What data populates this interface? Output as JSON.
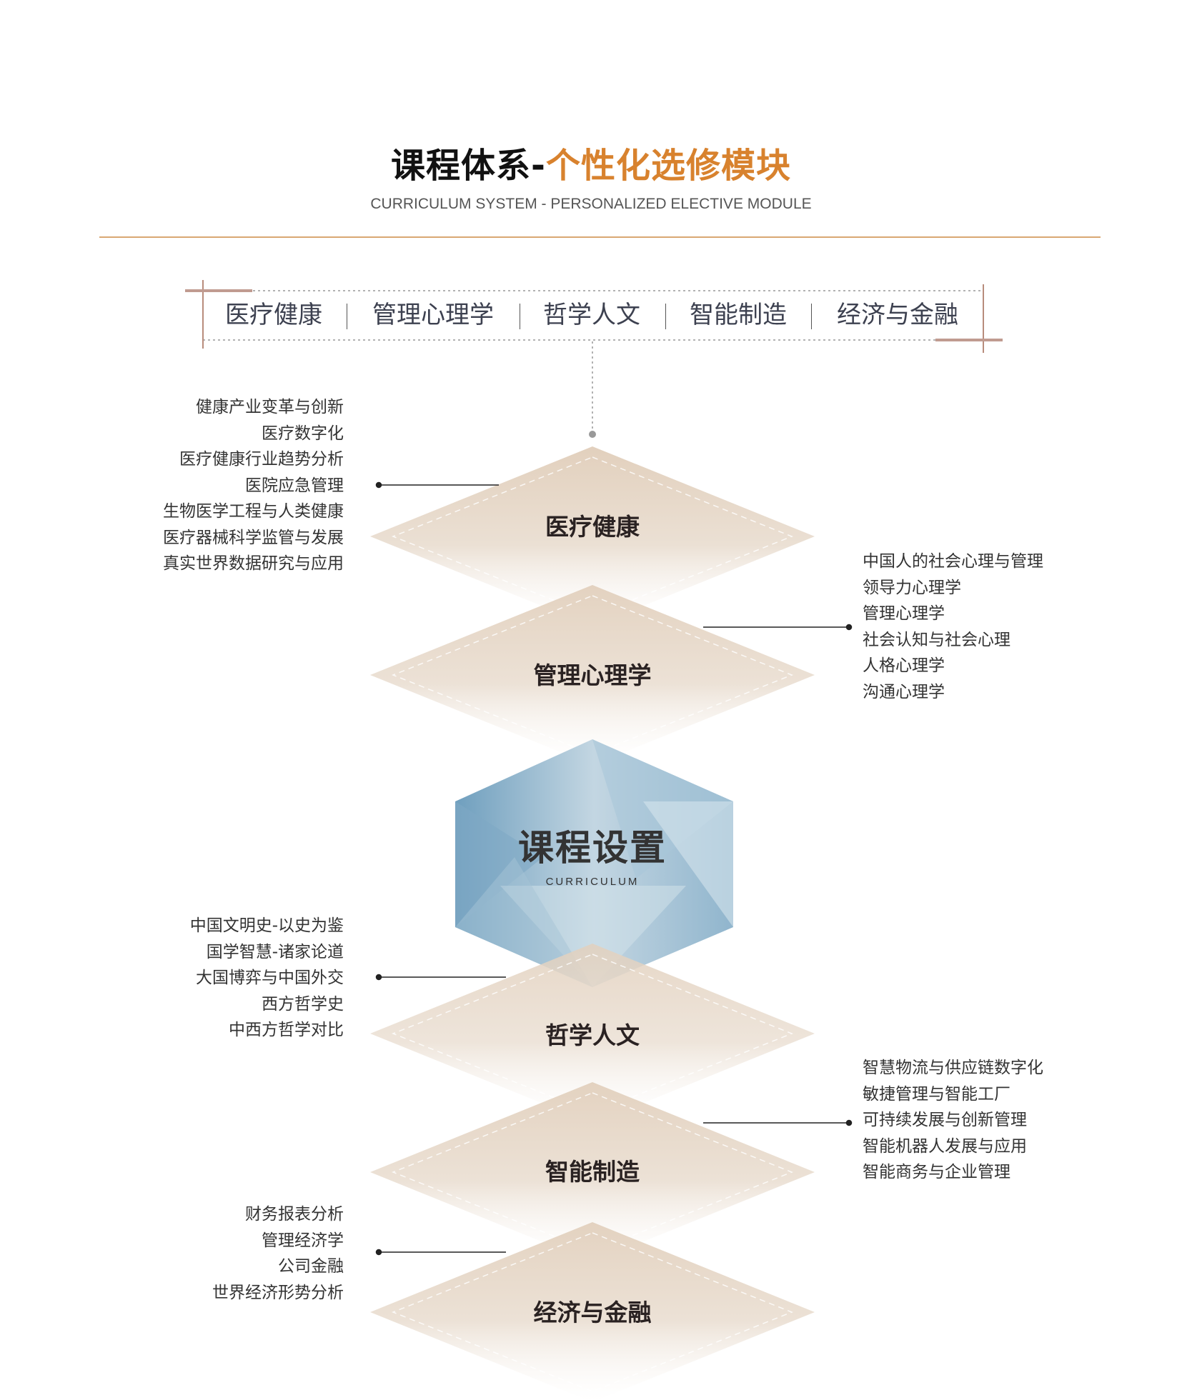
{
  "header": {
    "title_main": "课程体系-",
    "title_accent": "个性化选修模块",
    "subtitle": "CURRICULUM SYSTEM - PERSONALIZED ELECTIVE MODULE",
    "accent_color": "#d8822e"
  },
  "tabs": [
    "医疗健康",
    "管理心理学",
    "哲学人文",
    "智能制造",
    "经济与金融"
  ],
  "center": {
    "title": "课程设置",
    "subtitle": "CURRICULUM"
  },
  "modules": [
    {
      "name": "医疗健康",
      "courses": [
        "健康产业变革与创新",
        "医疗数字化",
        "医疗健康行业趋势分析",
        "医院应急管理",
        "生物医学工程与人类健康",
        "医疗器械科学监管与发展",
        "真实世界数据研究与应用"
      ]
    },
    {
      "name": "管理心理学",
      "courses": [
        "中国人的社会心理与管理",
        "领导力心理学",
        "管理心理学",
        "社会认知与社会心理",
        "人格心理学",
        "沟通心理学"
      ]
    },
    {
      "name": "哲学人文",
      "courses": [
        "中国文明史-以史为鉴",
        "国学智慧-诸家论道",
        "大国博弈与中国外交",
        "西方哲学史",
        "中西方哲学对比"
      ]
    },
    {
      "name": "智能制造",
      "courses": [
        "智慧物流与供应链数字化",
        "敏捷管理与智能工厂",
        "可持续发展与创新管理",
        "智能机器人发展与应用",
        "智能商务与企业管理"
      ]
    },
    {
      "name": "经济与金融",
      "courses": [
        "财务报表分析",
        "管理经济学",
        "公司金融",
        "世界经济形势分析"
      ]
    }
  ]
}
